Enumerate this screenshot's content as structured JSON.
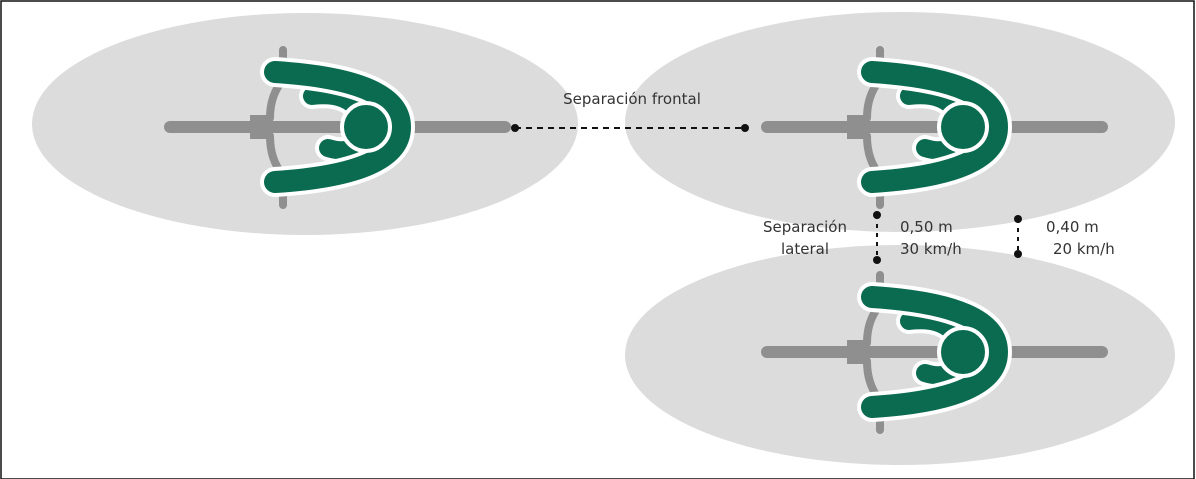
{
  "labels": {
    "frontal": "Separación frontal",
    "lateral_line1": "Separación",
    "lateral_line2": "lateral",
    "distance_a": "0,50 m",
    "speed_a": "30 km/h",
    "distance_b": "0,40 m",
    "speed_b": "20 km/h"
  },
  "colors": {
    "ellipse": "#dcdcdc",
    "rider": "#0b6b50",
    "bike": "#8f8f8f",
    "outline": "#ffffff",
    "dot": "#111111",
    "border": "#111111"
  },
  "icons": [
    "cyclist-icon",
    "cyclist-icon",
    "cyclist-icon"
  ]
}
